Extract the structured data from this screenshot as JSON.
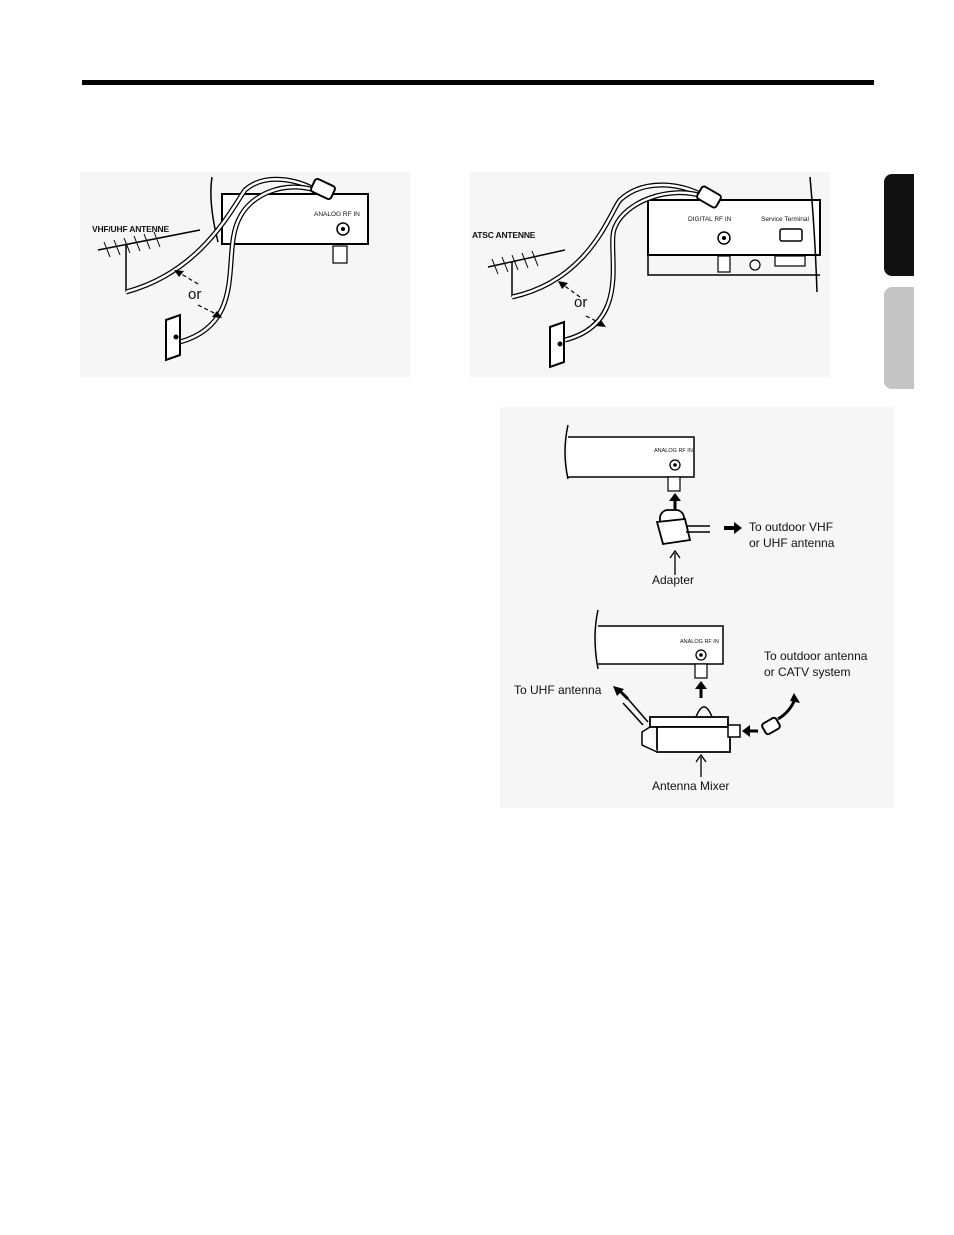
{
  "page": {
    "accent": "#000000",
    "tab_inactive_color": "#c4c4c4"
  },
  "diagram_vhf": {
    "antenna_label": "VHF/UHF ANTENNE",
    "jack_label": "ANALOG RF IN",
    "or_label": "or"
  },
  "diagram_atsc": {
    "antenna_label": "ATSC ANTENNE",
    "digital_jack_label": "DIGITAL RF IN",
    "service_label": "Service Terminal",
    "or_label": "or"
  },
  "diagram_adapter": {
    "jack_label": "ANALOG RF IN",
    "to_antenna_line1": "To outdoor VHF",
    "to_antenna_line2": "or UHF antenna",
    "adapter_label": "Adapter"
  },
  "diagram_mixer": {
    "jack_label": "ANALOG RF IN",
    "to_uhf_label": "To UHF antenna",
    "to_outdoor_line1": "To outdoor antenna",
    "to_outdoor_line2": "or CATV system",
    "mixer_label": "Antenna Mixer"
  }
}
